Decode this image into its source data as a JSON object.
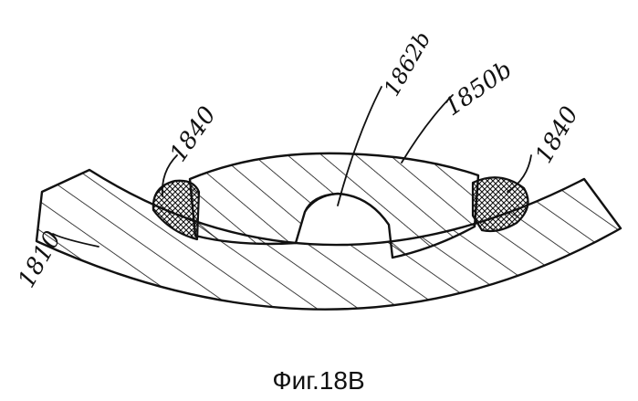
{
  "labels": {
    "tube": "1810",
    "seal_left": "1840",
    "seal_right": "1840",
    "channel": "1862b",
    "body": "1850b"
  },
  "caption": "Фиг.18B"
}
